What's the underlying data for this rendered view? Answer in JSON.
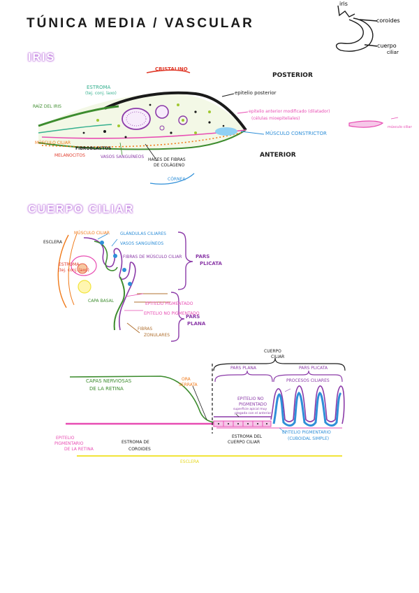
{
  "header": {
    "title": "TÚNICA MEDIA / VASCULAR",
    "mini": {
      "iris": "iris",
      "coroides": "coroides",
      "cuerpo": "cuerpo",
      "ciliar": "ciliar"
    }
  },
  "iris_section": {
    "heading": "IRIS",
    "cristalino": "CRISTALINO",
    "posterior": "POSTERIOR",
    "anterior": "ANTERIOR",
    "estroma": "ESTROMA",
    "estroma_sub": "(tej. conj. laxo)",
    "raiz": "RAÍZ DEL IRIS",
    "epitelio_posterior": "epitelio posterior",
    "epitelio_anterior": "epitelio anterior modificado (dilatador)",
    "celulas_mio": "(células mioepiteliales)",
    "musculo": "MÚSCULO CONSTRICTOR",
    "musculo_ciliar": "MÚSCULO CILIAR",
    "fibroblastos": "FIBROBLASTOS",
    "melanocitos": "MELANOCITOS",
    "vasos": "VASOS SANGUÍNEOS",
    "haces_1": "HACES DE FIBRAS",
    "haces_2": "DE COLÁGENO",
    "cornea": "CÓRNEA",
    "mini_label": "músculo ciliar"
  },
  "cuerpo_section": {
    "heading": "CUERPO CILIAR",
    "esclera": "ESCLERA",
    "musculo_ciliar": "MÚSCULO CILIAR",
    "estroma": "ESTROMA",
    "estroma_sub": "(tej. conj. laxo)",
    "glandulas": "GLÁNDULAS CILIARES",
    "vasos": "VASOS SANGUÍNEOS",
    "fibras": "FIBRAS DE MÚSCULO CILIAR",
    "pars_plicata": [
      "PARS",
      "PLICATA"
    ],
    "pars_plana": [
      "PARS",
      "PLANA"
    ],
    "epitelio_pig": "EPITELIO PIGMENTADO",
    "epitelio_no_pig": "EPITELIO NO PIGMENTADO",
    "fibras_zonulares": [
      "FIBRAS",
      "ZONULARES"
    ],
    "capa_basal": "CAPA BASAL"
  },
  "bottom_section": {
    "cuerpo_ciliar": [
      "CUERPO",
      "CILIAR"
    ],
    "pars_plana": "PARS PLANA",
    "pars_plicata": "PARS PLICATA",
    "capas": [
      "CAPAS NERVIOSAS",
      "DE LA RETINA"
    ],
    "ora": [
      "ORA",
      "SERRATA"
    ],
    "epitelio_no_pig": [
      "EPITELIO NO",
      "PIGMENTADO"
    ],
    "epitelio_no_pig_sub": [
      "superficie apical muy",
      "plegada con el anterior"
    ],
    "procesos": "PROCESOS CILIARES",
    "epitelio_pig_retina": [
      "EPITELIO",
      "PIGMENTARIO",
      "DE LA RETINA"
    ],
    "estroma_coroides": [
      "ESTROMA DE",
      "COROIDES"
    ],
    "estroma_cuerpo": [
      "ESTROMA DEL",
      "CUERPO CILIAR"
    ],
    "epitelio_pigmentario": [
      "EPITELIO PIGMENTARIO",
      "(CUBOIDAL SIMPLE)"
    ],
    "esclera": "ESCLERA"
  },
  "colors": {
    "ink": "#1a1a1a",
    "pink": "#e84db3",
    "green": "#3d8c2e",
    "purple": "#8b3aa8",
    "blue": "#2f8fd8",
    "orange": "#f07a1a",
    "red": "#e03a2a",
    "yellow": "#f2e43a",
    "teal": "#35b08f",
    "heading_glow": "#c17ee0",
    "brown": "#b07030"
  }
}
